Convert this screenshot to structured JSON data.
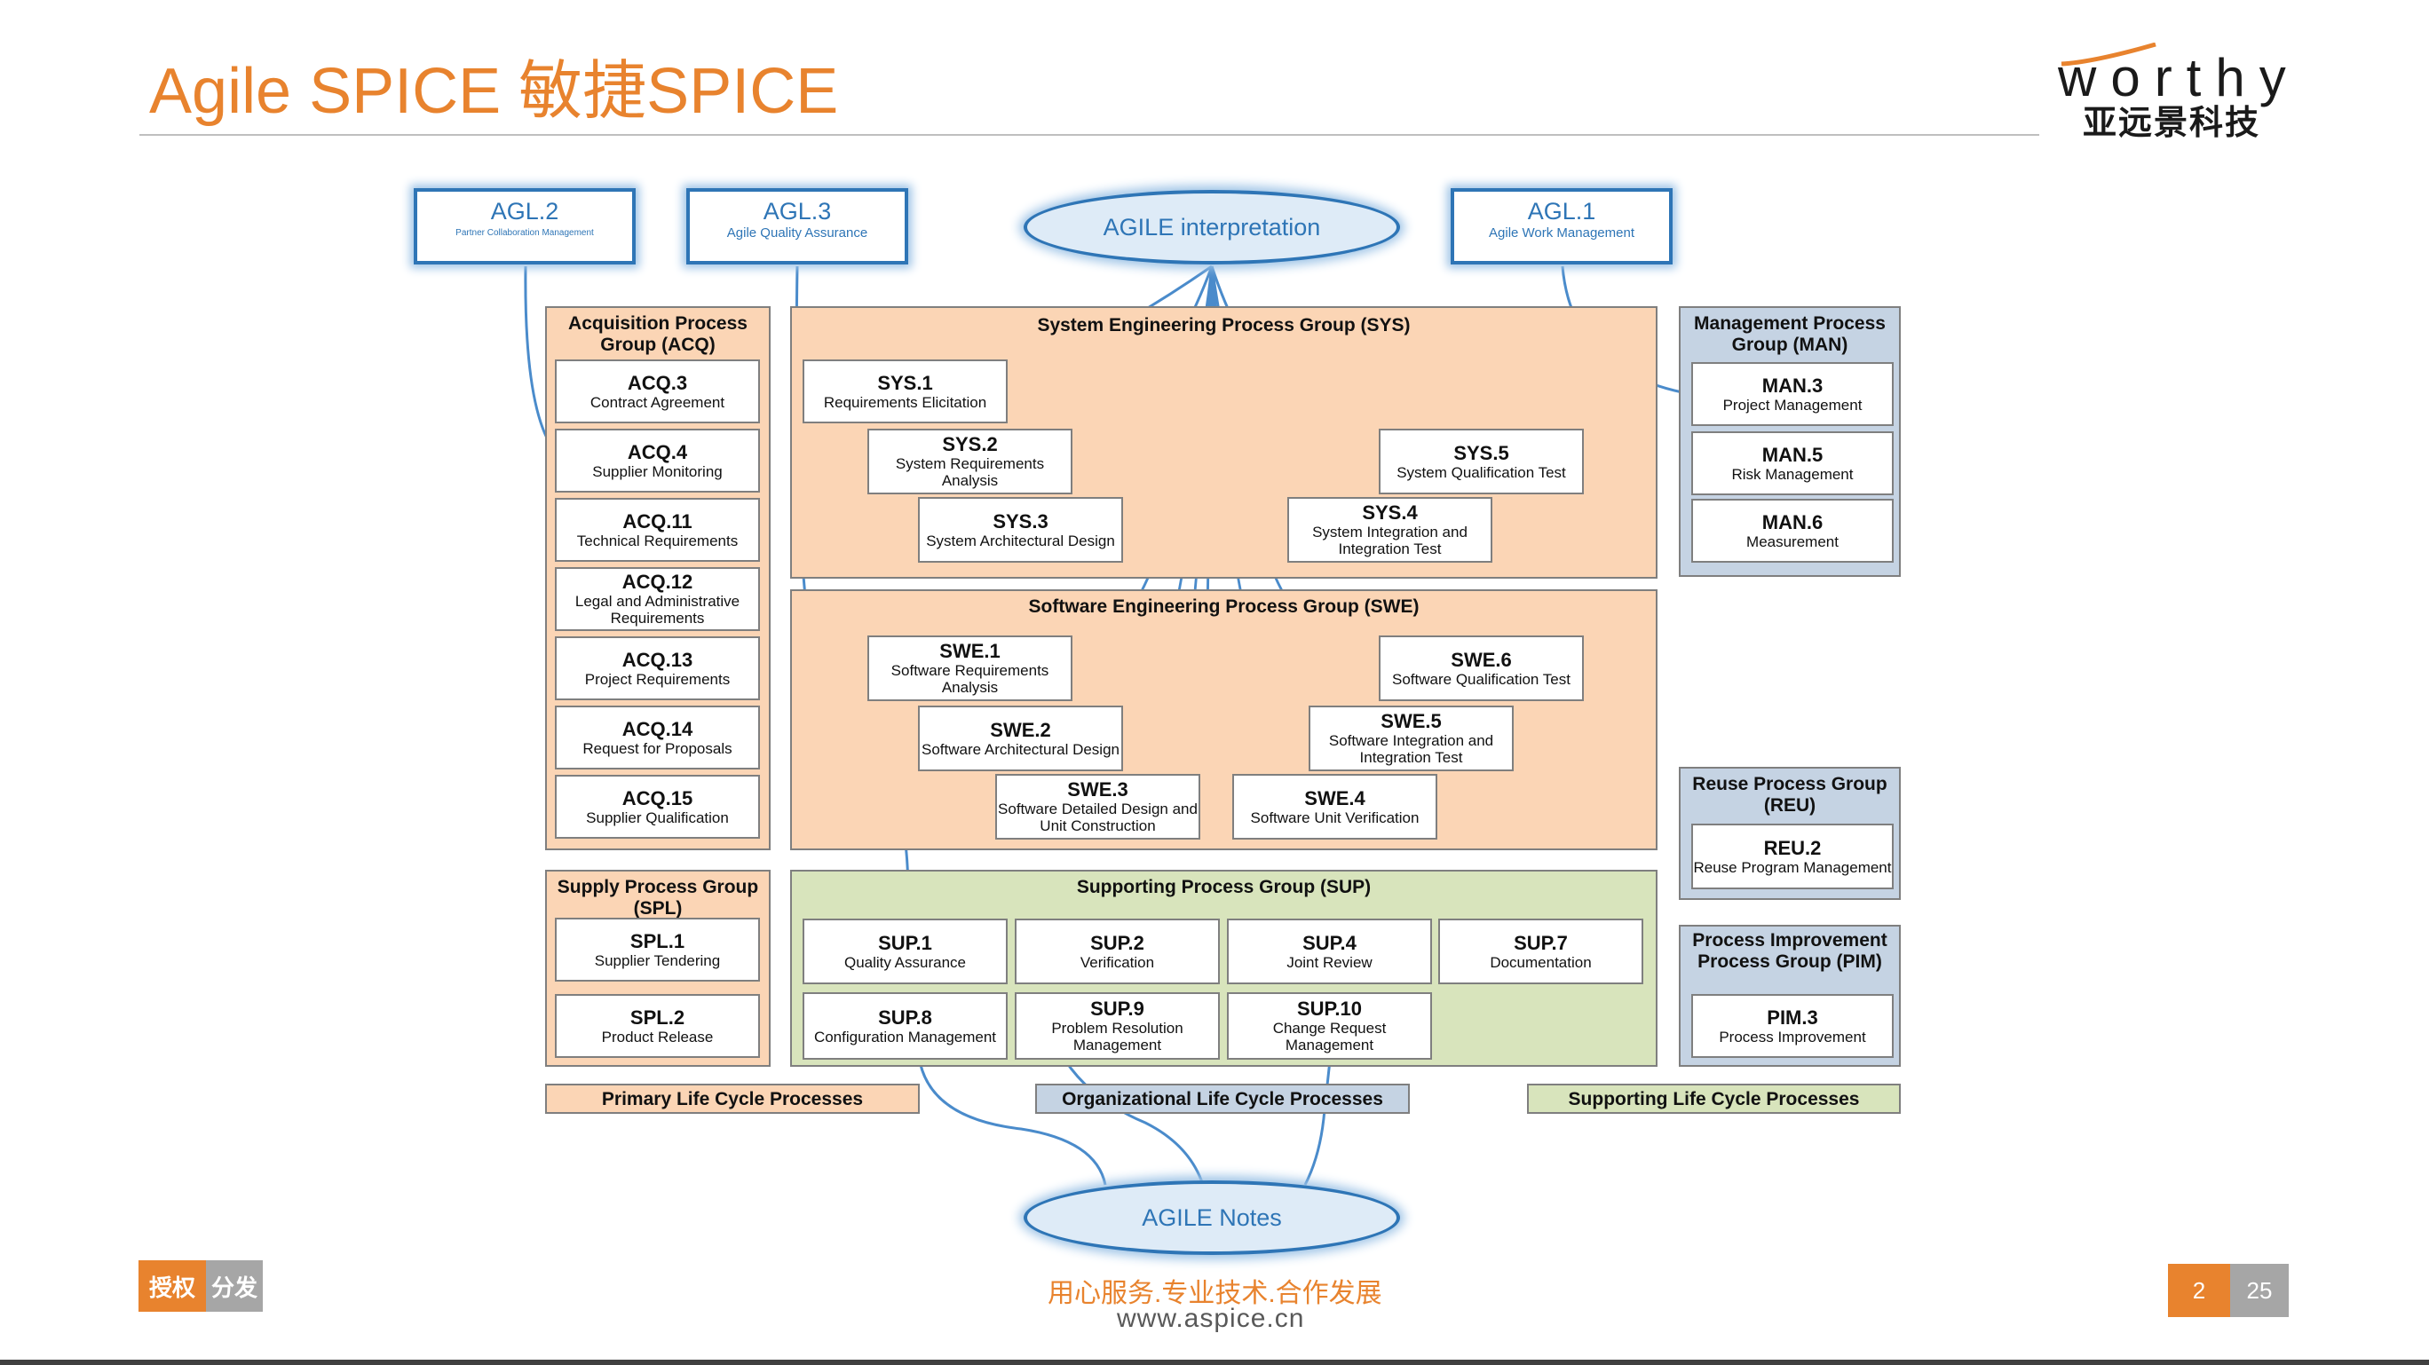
{
  "title": "Agile SPICE  敏捷SPICE",
  "logo": {
    "word": "worthy",
    "cn": "亚远景科技"
  },
  "agl": [
    {
      "id": "AGL.2",
      "name": "Partner  Collaboration  Management"
    },
    {
      "id": "AGL.3",
      "name": "Agile Quality Assurance"
    },
    {
      "id": "AGL.1",
      "name": "Agile Work Management"
    }
  ],
  "ellipses": {
    "interpretation": "AGILE interpretation",
    "notes": "AGILE Notes"
  },
  "groups": {
    "acq": {
      "title": "Acquisition Process Group (ACQ)",
      "items": [
        {
          "id": "ACQ.3",
          "name": "Contract Agreement"
        },
        {
          "id": "ACQ.4",
          "name": "Supplier Monitoring"
        },
        {
          "id": "ACQ.11",
          "name": "Technical Requirements"
        },
        {
          "id": "ACQ.12",
          "name": "Legal and Administrative Requirements"
        },
        {
          "id": "ACQ.13",
          "name": "Project Requirements"
        },
        {
          "id": "ACQ.14",
          "name": "Request for Proposals"
        },
        {
          "id": "ACQ.15",
          "name": "Supplier Qualification"
        }
      ]
    },
    "sys": {
      "title": "System Engineering Process Group (SYS)",
      "items": [
        {
          "id": "SYS.1",
          "name": "Requirements Elicitation"
        },
        {
          "id": "SYS.2",
          "name": "System Requirements Analysis"
        },
        {
          "id": "SYS.3",
          "name": "System Architectural Design"
        },
        {
          "id": "SYS.4",
          "name": "System Integration and Integration Test"
        },
        {
          "id": "SYS.5",
          "name": "System Qualification Test"
        }
      ]
    },
    "swe": {
      "title": "Software Engineering Process Group (SWE)",
      "items": [
        {
          "id": "SWE.1",
          "name": "Software Requirements Analysis"
        },
        {
          "id": "SWE.2",
          "name": "Software Architectural Design"
        },
        {
          "id": "SWE.3",
          "name": "Software Detailed Design and Unit Construction"
        },
        {
          "id": "SWE.4",
          "name": "Software Unit Verification"
        },
        {
          "id": "SWE.5",
          "name": "Software Integration and Integration Test"
        },
        {
          "id": "SWE.6",
          "name": "Software Qualification Test"
        }
      ]
    },
    "man": {
      "title": "Management Process Group (MAN)",
      "items": [
        {
          "id": "MAN.3",
          "name": "Project Management"
        },
        {
          "id": "MAN.5",
          "name": "Risk Management"
        },
        {
          "id": "MAN.6",
          "name": "Measurement"
        }
      ]
    },
    "reu": {
      "title": "Reuse Process Group (REU)",
      "items": [
        {
          "id": "REU.2",
          "name": "Reuse Program Management"
        }
      ]
    },
    "pim": {
      "title": "Process Improvement Process Group (PIM)",
      "items": [
        {
          "id": "PIM.3",
          "name": "Process Improvement"
        }
      ]
    },
    "spl": {
      "title": "Supply Process Group (SPL)",
      "items": [
        {
          "id": "SPL.1",
          "name": "Supplier Tendering"
        },
        {
          "id": "SPL.2",
          "name": "Product Release"
        }
      ]
    },
    "sup": {
      "title": "Supporting Process Group (SUP)",
      "items": [
        {
          "id": "SUP.1",
          "name": "Quality Assurance"
        },
        {
          "id": "SUP.2",
          "name": "Verification"
        },
        {
          "id": "SUP.4",
          "name": "Joint Review"
        },
        {
          "id": "SUP.7",
          "name": "Documentation"
        },
        {
          "id": "SUP.8",
          "name": "Configuration Management"
        },
        {
          "id": "SUP.9",
          "name": "Problem Resolution Management"
        },
        {
          "id": "SUP.10",
          "name": "Change Request Management"
        }
      ]
    }
  },
  "legend": {
    "primary": "Primary Life Cycle Processes",
    "organizational": "Organizational Life Cycle Processes",
    "supporting": "Supporting Life Cycle Processes"
  },
  "footer": {
    "slogan": "用心服务.专业技术.合作发展",
    "url": "www.aspice.cn",
    "auth_a": "授权",
    "auth_b": "分发",
    "page_a": "2",
    "page_b": "25"
  },
  "colors": {
    "accent": "#E8832E",
    "link_blue": "#2E75B6",
    "orange_fill": "#FBD5B5",
    "blue_fill": "#C5D3E3",
    "green_fill": "#D8E4BC"
  }
}
